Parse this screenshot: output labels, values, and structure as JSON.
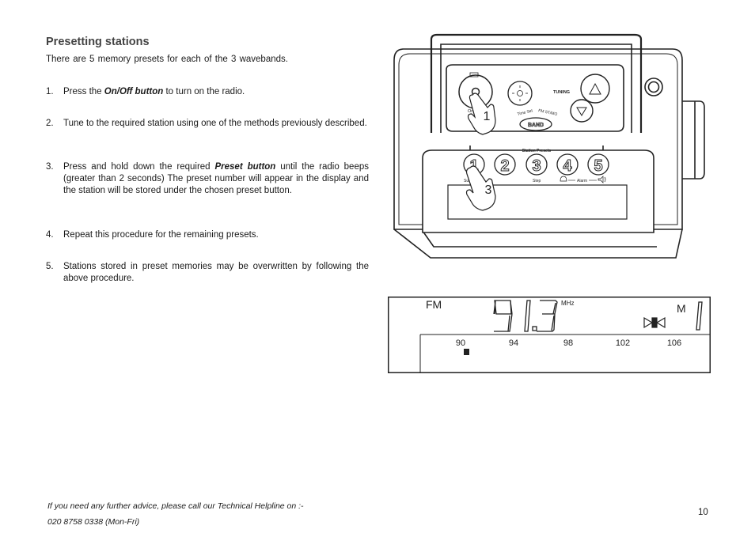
{
  "section": {
    "heading": "Presetting stations",
    "intro": "There are 5 memory presets for each of the 3 wavebands."
  },
  "steps": [
    {
      "num": "1.",
      "before": "Press the ",
      "em": "On/Off button",
      "after": " to turn on the radio."
    },
    {
      "num": "2.",
      "before": "Tune to the required station using one of the methods previously described.",
      "em": "",
      "after": ""
    },
    {
      "num": "3.",
      "before": "Press and hold down the required ",
      "em": "Preset button",
      "after": " until the radio beeps (greater than 2 seconds) The preset number will appear in the display and the station will be stored under the chosen preset button."
    },
    {
      "num": "4.",
      "before": "Repeat this procedure for the remaining presets.",
      "em": "",
      "after": ""
    },
    {
      "num": "5.",
      "before": "Stations stored in preset memories may be overwritten by following the above procedure.",
      "em": "",
      "after": ""
    }
  ],
  "radio_illustration": {
    "on_off_label": "On/Off",
    "tuning_label": "TUNING",
    "time_set_label": "Time Set",
    "fm_st_mo_label": "FM ST/MO",
    "band_label": "BAND",
    "station_presets_label": "Station Presets",
    "presets": [
      "1",
      "2",
      "3",
      "4",
      "5"
    ],
    "preset_sublabels": [
      "Summer",
      "",
      "Step",
      "Alarm",
      ""
    ],
    "callouts": [
      "1",
      "3"
    ],
    "icons": [
      "power-icon",
      "light-icon",
      "up-arrow-icon",
      "down-arrow-icon",
      "hand-pointer-icon",
      "bell-icon",
      "speaker-icon"
    ]
  },
  "lcd_display": {
    "band": "FM",
    "frequency_digits": "91.3",
    "unit": "MHz",
    "mode": "M",
    "preset_number": "1",
    "scale_labels": [
      "90",
      "94",
      "98",
      "102",
      "106"
    ],
    "icons": [
      "bowtie-signal-icon",
      "scale-marker-icon"
    ]
  },
  "footer": {
    "line1": "If you need any further advice, please call our Technical Helpline on :-",
    "line2": "020 8758 0338 (Mon-Fri)"
  },
  "page_number": "10"
}
